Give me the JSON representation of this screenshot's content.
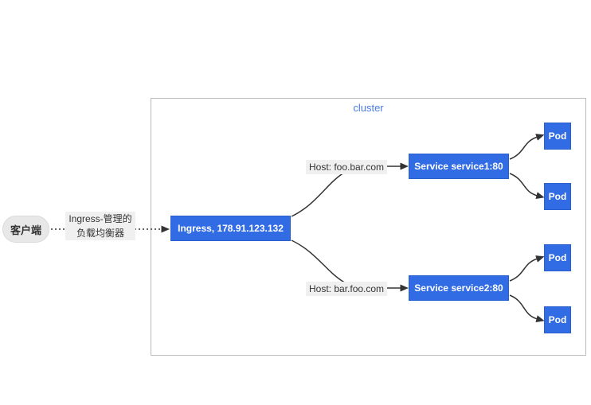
{
  "colors": {
    "node_blue": "#326ce5",
    "node_blue_border": "#2a5fd0",
    "cluster_border": "#bbbbbb",
    "cluster_label": "#4a7cec",
    "label_bg": "#f0f0f0",
    "edge": "#333333",
    "client_bg": "#e8e8e8",
    "client_border": "#d9d9d9",
    "text_dark": "#333333"
  },
  "cluster": {
    "label": "cluster"
  },
  "client": {
    "label": "客户端"
  },
  "load_balancer": {
    "line1": "Ingress-管理的",
    "line2": "负载均衡器"
  },
  "ingress": {
    "label": "Ingress, 178.91.123.132"
  },
  "routes": [
    {
      "host": "Host: foo.bar.com",
      "service": "Service service1:80",
      "pods": [
        "Pod",
        "Pod"
      ]
    },
    {
      "host": "Host: bar.foo.com",
      "service": "Service service2:80",
      "pods": [
        "Pod",
        "Pod"
      ]
    }
  ]
}
